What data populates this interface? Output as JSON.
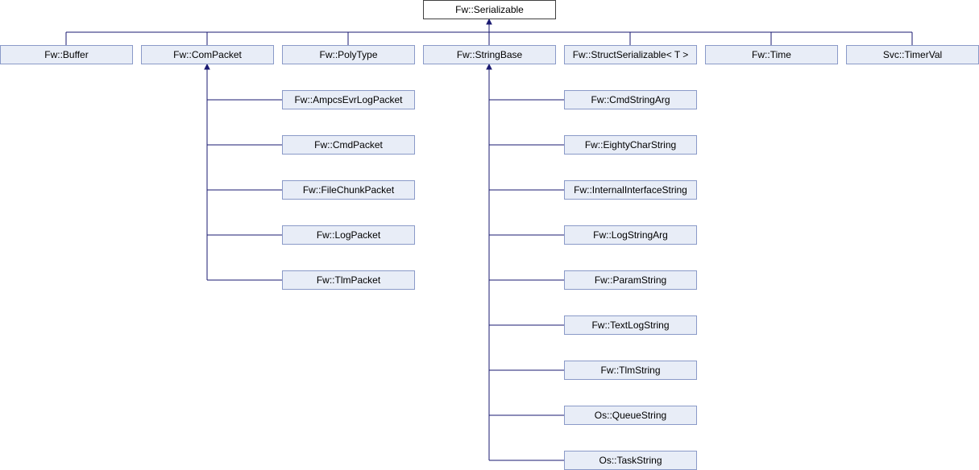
{
  "root": {
    "id": "fw-serializable",
    "label": "Fw::Serializable"
  },
  "level1": [
    {
      "id": "fw-buffer",
      "label": "Fw::Buffer"
    },
    {
      "id": "fw-compacket",
      "label": "Fw::ComPacket"
    },
    {
      "id": "fw-polytype",
      "label": "Fw::PolyType"
    },
    {
      "id": "fw-stringbase",
      "label": "Fw::StringBase"
    },
    {
      "id": "fw-structserializable",
      "label": "Fw::StructSerializable< T >"
    },
    {
      "id": "fw-time",
      "label": "Fw::Time"
    },
    {
      "id": "svc-timerval",
      "label": "Svc::TimerVal"
    }
  ],
  "compacket_children": [
    {
      "id": "fw-ampcsevrlogpacket",
      "label": "Fw::AmpcsEvrLogPacket"
    },
    {
      "id": "fw-cmdpacket",
      "label": "Fw::CmdPacket"
    },
    {
      "id": "fw-filechunkpacket",
      "label": "Fw::FileChunkPacket"
    },
    {
      "id": "fw-logpacket",
      "label": "Fw::LogPacket"
    },
    {
      "id": "fw-tlmpacket",
      "label": "Fw::TlmPacket"
    }
  ],
  "stringbase_children": [
    {
      "id": "fw-cmdstringarg",
      "label": "Fw::CmdStringArg"
    },
    {
      "id": "fw-eightycharstring",
      "label": "Fw::EightyCharString"
    },
    {
      "id": "fw-internalinterfacestring",
      "label": "Fw::InternalInterfaceString"
    },
    {
      "id": "fw-logstringarg",
      "label": "Fw::LogStringArg"
    },
    {
      "id": "fw-paramstring",
      "label": "Fw::ParamString"
    },
    {
      "id": "fw-textlogstring",
      "label": "Fw::TextLogString"
    },
    {
      "id": "fw-tlmstring",
      "label": "Fw::TlmString"
    },
    {
      "id": "os-queuestring",
      "label": "Os::QueueString"
    },
    {
      "id": "os-taskstring",
      "label": "Os::TaskString"
    }
  ],
  "colors": {
    "node_fill": "#e8edf7",
    "node_border": "#8a9ac8",
    "edge": "#191970",
    "root_border": "#404040"
  }
}
